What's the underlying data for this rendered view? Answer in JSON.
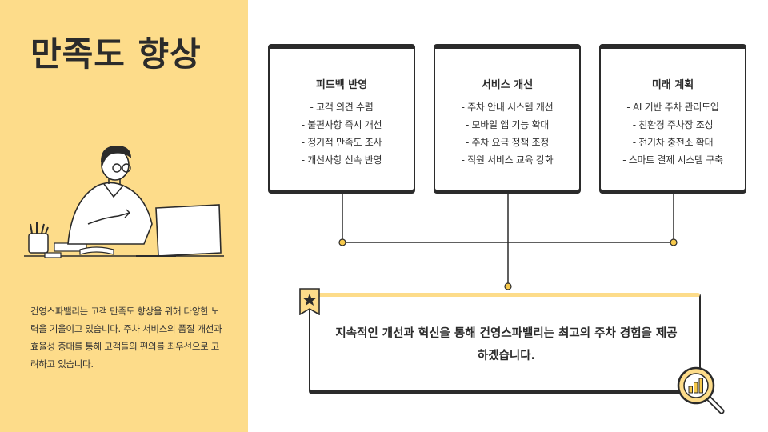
{
  "slide": {
    "title": "만족도 향상",
    "description": "건영스파밸리는 고객 만족도 향상을 위해 다양한 노력을 기울이고 있습니다. 주차 서비스의 품질 개선과 효율성 증대를 통해 고객들의 편의를 최우선으로 고려하고 있습니다.",
    "illustration_icon": "man-with-laptop-icon"
  },
  "cards": [
    {
      "title": "피드백 반영",
      "items": [
        "- 고객 의견 수렴",
        "- 불편사항 즉시 개선",
        "- 정기적 만족도 조사",
        "- 개선사항 신속 반영"
      ]
    },
    {
      "title": "서비스 개선",
      "items": [
        "- 주차 안내 시스템 개선",
        "- 모바일 앱 기능 확대",
        "- 주차 요금 정책 조정",
        "- 직원 서비스 교육 강화"
      ]
    },
    {
      "title": "미래 계획",
      "items": [
        "- AI 기반 주차 관리도입",
        "- 친환경 주차장 조성",
        "- 전기차 충전소 확대",
        "- 스마트 결제 시스템 구축"
      ]
    }
  ],
  "summary": {
    "text": "지속적인 개선과 혁신을 통해 건영스파밸리는 최고의 주차 경험을 제공하겠습니다.",
    "badge_icon": "star-icon",
    "corner_icon": "magnifier-chart-icon"
  },
  "colors": {
    "accent": "#fddc8a",
    "dark": "#2b2b2b",
    "connector_dot": "#f6c94c"
  }
}
